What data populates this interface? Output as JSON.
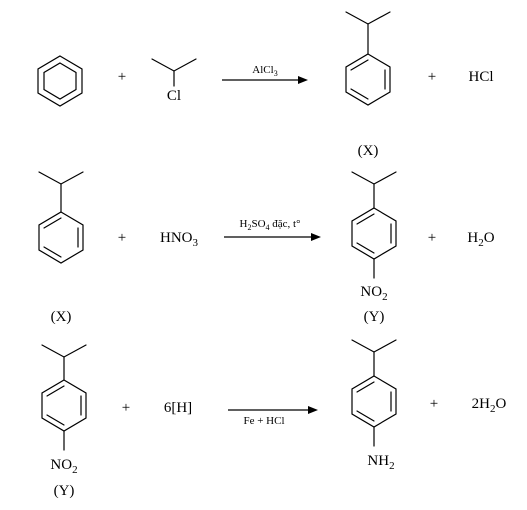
{
  "reactions": [
    {
      "plus1": "+",
      "reagent_cl": "Cl",
      "catalyst": "AlCl",
      "catalyst_sub": "3",
      "plus2": "+",
      "byproduct": "HCl",
      "product_label": "(X)"
    },
    {
      "reactant_label": "(X)",
      "plus1": "+",
      "reagent": "HNO",
      "reagent_sub": "3",
      "condition_a": "H",
      "condition_a_sub": "2",
      "condition_b": "SO",
      "condition_b_sub": "4",
      "condition_c": " đặc, t°",
      "product_group": "NO",
      "product_group_sub": "2",
      "product_label": "(Y)",
      "plus2": "+",
      "byproduct_a": "H",
      "byproduct_sub": "2",
      "byproduct_b": "O"
    },
    {
      "reactant_group": "NO",
      "reactant_group_sub": "2",
      "reactant_label": "(Y)",
      "plus1": "+",
      "reagent": "6[H]",
      "condition": "Fe + HCl",
      "product_group": "NH",
      "product_group_sub": "2",
      "plus2": "+",
      "byproduct_a": "2H",
      "byproduct_sub": "2",
      "byproduct_b": "O"
    }
  ]
}
